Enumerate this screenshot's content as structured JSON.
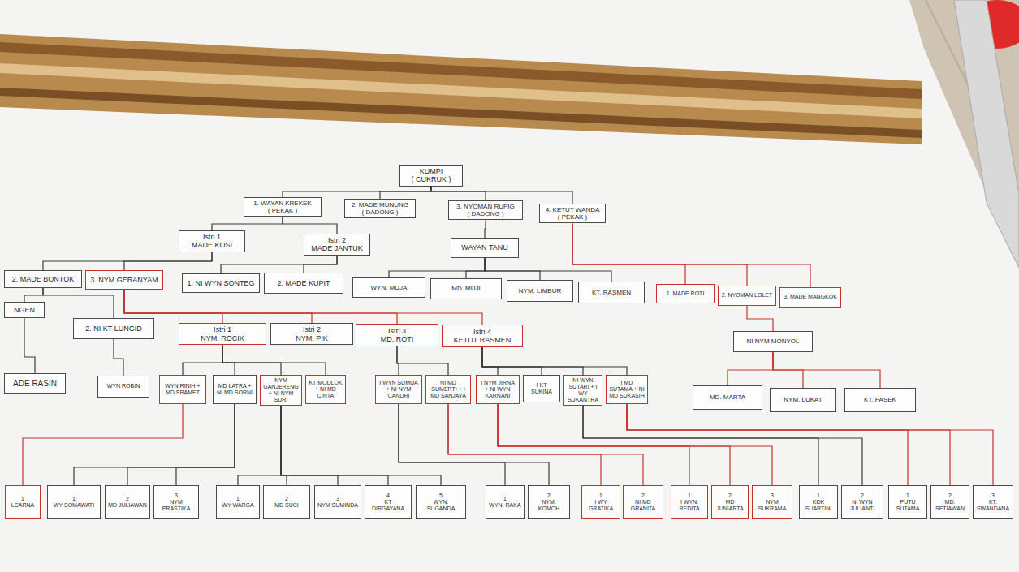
{
  "diagram": {
    "nodes": [
      {
        "text": [
          "KUMPI",
          "( CUKRUK )"
        ]
      },
      {
        "text": [
          "1. WAYAN KREKEK",
          "( PEKAK )"
        ]
      },
      {
        "text": [
          "2. MADE MUNUNG",
          "( DADONG )"
        ]
      },
      {
        "text": [
          "3. NYOMAN RUPIG",
          "( DADONG )"
        ]
      },
      {
        "text": [
          "4. KETUT WANDA",
          "( PEKAK )"
        ]
      },
      {
        "text": [
          "Istri 1",
          "MADE KOSI"
        ]
      },
      {
        "text": [
          "Istri 2",
          "MADE JANTUK"
        ]
      },
      {
        "text": [
          "WAYAN TANU"
        ]
      },
      {
        "text": [
          "2. MADE BONTOK"
        ]
      },
      {
        "text": [
          "3. NYM GERANYAM"
        ]
      },
      {
        "text": [
          "1. NI WYN SONTEG"
        ]
      },
      {
        "text": [
          "2. MADE KUPIT"
        ]
      },
      {
        "text": [
          "WYN. MUJA"
        ]
      },
      {
        "text": [
          "MD. MUJI"
        ]
      },
      {
        "text": [
          "NYM. LIMBUR"
        ]
      },
      {
        "text": [
          "KT. RASMEN"
        ]
      },
      {
        "text": [
          "1. MADE ROTI"
        ]
      },
      {
        "text": [
          "2. NYOMAN LOLET"
        ]
      },
      {
        "text": [
          "3. MADE MANGKOK"
        ]
      },
      {
        "text": [
          "NGEN"
        ]
      },
      {
        "text": [
          "2. NI KT LUNGID"
        ]
      },
      {
        "text": [
          "Istri 1",
          "NYM. ROCIK"
        ]
      },
      {
        "text": [
          "Istri 2",
          "NYM. PIK"
        ]
      },
      {
        "text": [
          "Istri 3",
          "MD. ROTI"
        ]
      },
      {
        "text": [
          "Istri 4",
          "KETUT RASMEN"
        ]
      },
      {
        "text": [
          "NI NYM MONYOL"
        ]
      },
      {
        "text": [
          "ADE RASIN"
        ]
      },
      {
        "text": [
          "WYN ROBIN"
        ]
      },
      {
        "text": [
          "WYN RINIH + MD SRAMET"
        ]
      },
      {
        "text": [
          "MD LATRA + NI MD SORNI"
        ]
      },
      {
        "text": [
          "NYM GANJERENG + NI NYM SURI"
        ]
      },
      {
        "text": [
          "KT MODLOK + NI MD CINTA"
        ]
      },
      {
        "text": [
          "I WYN SUMUA + NI NYM CANDRI"
        ]
      },
      {
        "text": [
          "NI MD SUMERTI + I MD SANJAYA"
        ]
      },
      {
        "text": [
          "I NYM JIRNA + NI WYN KARNANI"
        ]
      },
      {
        "text": [
          "I KT SUKINA"
        ]
      },
      {
        "text": [
          "NI WYN SUTARI + I WY SUKANTRA"
        ]
      },
      {
        "text": [
          "I MD SUTAMA + NI MD SUKASIH"
        ]
      },
      {
        "text": [
          "MD. MARTA"
        ]
      },
      {
        "text": [
          "NYM. LUKAT"
        ]
      },
      {
        "text": [
          "KT. PASEK"
        ]
      },
      {
        "text": [
          "1",
          "LCARNA"
        ]
      },
      {
        "text": [
          "1",
          "WY SOMAWATI"
        ]
      },
      {
        "text": [
          "2",
          "MD JULIAWAN"
        ]
      },
      {
        "text": [
          "3",
          "NYM PRASTIKA"
        ]
      },
      {
        "text": [
          "1",
          "WY WARGA"
        ]
      },
      {
        "text": [
          "2",
          "MD SUCI"
        ]
      },
      {
        "text": [
          "3",
          "NYM SUMINDA"
        ]
      },
      {
        "text": [
          "4",
          "KT DIRGAYANA"
        ]
      },
      {
        "text": [
          "5",
          "WYN. SUGANDA"
        ]
      },
      {
        "text": [
          "1",
          "WYN. RAKA"
        ]
      },
      {
        "text": [
          "2",
          "NYM. KOMOH"
        ]
      },
      {
        "text": [
          "1",
          "I WY GRATIKA"
        ]
      },
      {
        "text": [
          "2",
          "NI MD GRANITA"
        ]
      },
      {
        "text": [
          "1",
          "I WYN. REDITA"
        ]
      },
      {
        "text": [
          "2",
          "MD JUNIARTA"
        ]
      },
      {
        "text": [
          "3",
          "NYM SUKRAMA"
        ]
      },
      {
        "text": [
          "1",
          "KDK SUARTINI"
        ]
      },
      {
        "text": [
          "2",
          "NI WYN JULIANTI"
        ]
      },
      {
        "text": [
          "1",
          "PUTU SUTAMA"
        ]
      },
      {
        "text": [
          "2",
          "MD. SETIAWAN"
        ]
      },
      {
        "text": [
          "3",
          "KT. SWANDANA"
        ]
      }
    ],
    "edges": [
      {
        "from": 0,
        "to": 1,
        "arrow": "none"
      },
      {
        "from": 0,
        "to": 2,
        "arrow": "none"
      },
      {
        "from": 0,
        "to": 3,
        "arrow": "none"
      },
      {
        "from": 0,
        "to": 4,
        "arrow": "none"
      },
      {
        "from": 1,
        "to": 5,
        "arrow": "none"
      },
      {
        "from": 1,
        "to": 6,
        "arrow": "none"
      },
      {
        "from": 3,
        "to": 7,
        "arrow": "none"
      },
      {
        "from": 4,
        "to": 16,
        "arrow": "none"
      },
      {
        "from": 4,
        "to": 17,
        "arrow": "none"
      },
      {
        "from": 4,
        "to": 18,
        "arrow": "none"
      },
      {
        "from": 5,
        "to": 8,
        "arrow": "none"
      },
      {
        "from": 5,
        "to": 9,
        "arrow": "none"
      },
      {
        "from": 6,
        "to": 10,
        "arrow": "none"
      },
      {
        "from": 6,
        "to": 11,
        "arrow": "none"
      },
      {
        "from": 7,
        "to": 12,
        "arrow": "none"
      },
      {
        "from": 7,
        "to": 13,
        "arrow": "none"
      },
      {
        "from": 7,
        "to": 14,
        "arrow": "none"
      },
      {
        "from": 7,
        "to": 15,
        "arrow": "none"
      },
      {
        "from": 8,
        "to": 19,
        "arrow": "none"
      },
      {
        "from": 8,
        "to": 20,
        "arrow": "none"
      },
      {
        "from": 9,
        "to": 21,
        "arrow": "none"
      },
      {
        "from": 9,
        "to": 22,
        "arrow": "none"
      },
      {
        "from": 9,
        "to": 23,
        "arrow": "none"
      },
      {
        "from": 9,
        "to": 24,
        "arrow": "none"
      },
      {
        "from": 17,
        "to": 25,
        "arrow": "none"
      },
      {
        "from": 19,
        "to": 26,
        "arrow": "none"
      },
      {
        "from": 20,
        "to": 27,
        "arrow": "none"
      },
      {
        "from": 21,
        "to": 28,
        "arrow": "none"
      },
      {
        "from": 21,
        "to": 29,
        "arrow": "none"
      },
      {
        "from": 21,
        "to": 30,
        "arrow": "none"
      },
      {
        "from": 21,
        "to": 31,
        "arrow": "none"
      },
      {
        "from": 23,
        "to": 32,
        "arrow": "none"
      },
      {
        "from": 23,
        "to": 33,
        "arrow": "none"
      },
      {
        "from": 24,
        "to": 34,
        "arrow": "none"
      },
      {
        "from": 24,
        "to": 35,
        "arrow": "none"
      },
      {
        "from": 24,
        "to": 36,
        "arrow": "none"
      },
      {
        "from": 24,
        "to": 37,
        "arrow": "none"
      },
      {
        "from": 25,
        "to": 38,
        "arrow": "none"
      },
      {
        "from": 25,
        "to": 39,
        "arrow": "none"
      },
      {
        "from": 25,
        "to": 40,
        "arrow": "none"
      },
      {
        "from": 28,
        "to": 41,
        "arrow": "none"
      },
      {
        "from": 29,
        "to": 42,
        "arrow": "none"
      },
      {
        "from": 29,
        "to": 43,
        "arrow": "none"
      },
      {
        "from": 29,
        "to": 44,
        "arrow": "none"
      },
      {
        "from": 30,
        "to": 45,
        "arrow": "none"
      },
      {
        "from": 30,
        "to": 46,
        "arrow": "none"
      },
      {
        "from": 30,
        "to": 47,
        "arrow": "none"
      },
      {
        "from": 30,
        "to": 48,
        "arrow": "none"
      },
      {
        "from": 30,
        "to": 49,
        "arrow": "none"
      },
      {
        "from": 32,
        "to": 50,
        "arrow": "none"
      },
      {
        "from": 32,
        "to": 51,
        "arrow": "none"
      },
      {
        "from": 33,
        "to": 52,
        "arrow": "none"
      },
      {
        "from": 33,
        "to": 53,
        "arrow": "none"
      },
      {
        "from": 34,
        "to": 54,
        "arrow": "none"
      },
      {
        "from": 34,
        "to": 55,
        "arrow": "none"
      },
      {
        "from": 34,
        "to": 56,
        "arrow": "none"
      },
      {
        "from": 36,
        "to": 57,
        "arrow": "none"
      },
      {
        "from": 36,
        "to": 58,
        "arrow": "none"
      },
      {
        "from": 37,
        "to": 59,
        "arrow": "none"
      },
      {
        "from": 37,
        "to": 60,
        "arrow": "none"
      },
      {
        "from": 37,
        "to": 61,
        "arrow": "none"
      }
    ]
  }
}
